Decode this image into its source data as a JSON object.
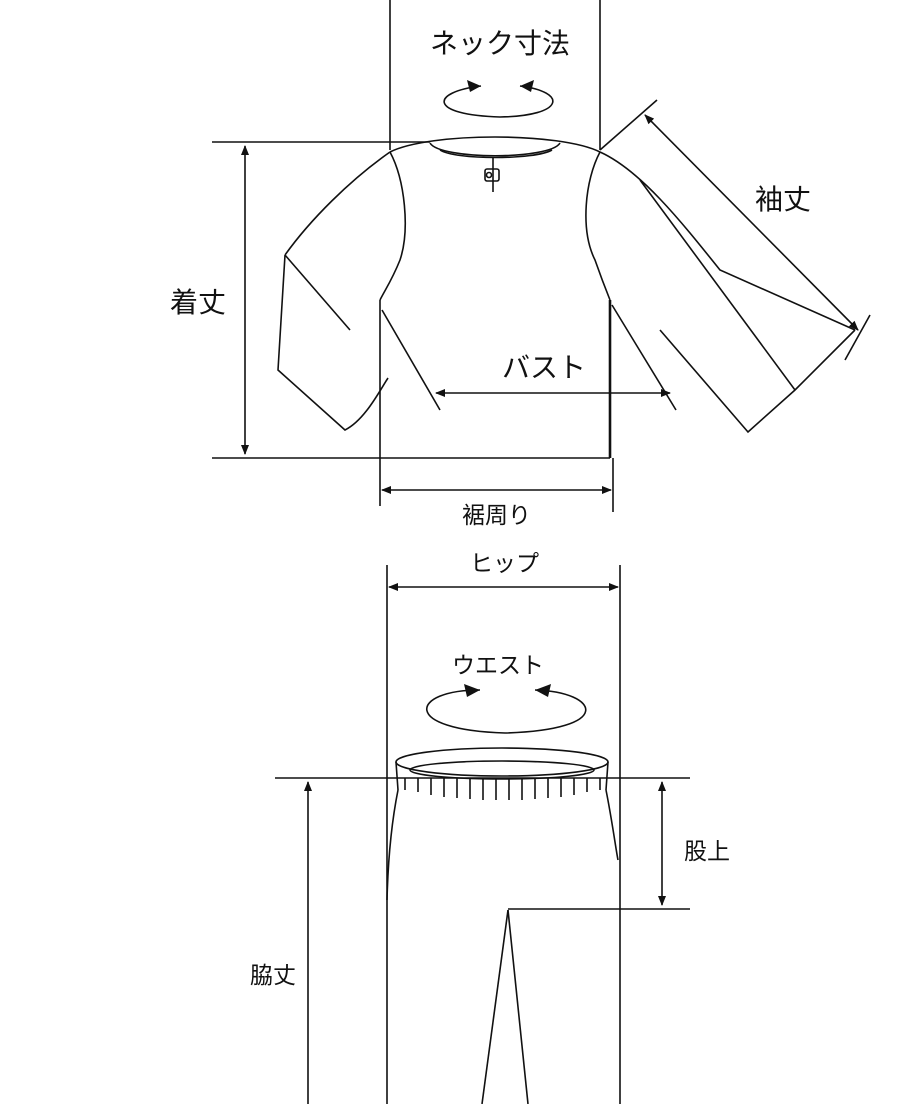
{
  "labels": {
    "neck": "ネック寸法",
    "sleeve": "袖丈",
    "length": "着丈",
    "bust": "バスト",
    "hem": "裾周り",
    "hip": "ヒップ",
    "waist": "ウエスト",
    "rise": "股上",
    "side_length": "脇丈"
  },
  "colors": {
    "line": "#111111",
    "background": "#ffffff"
  }
}
